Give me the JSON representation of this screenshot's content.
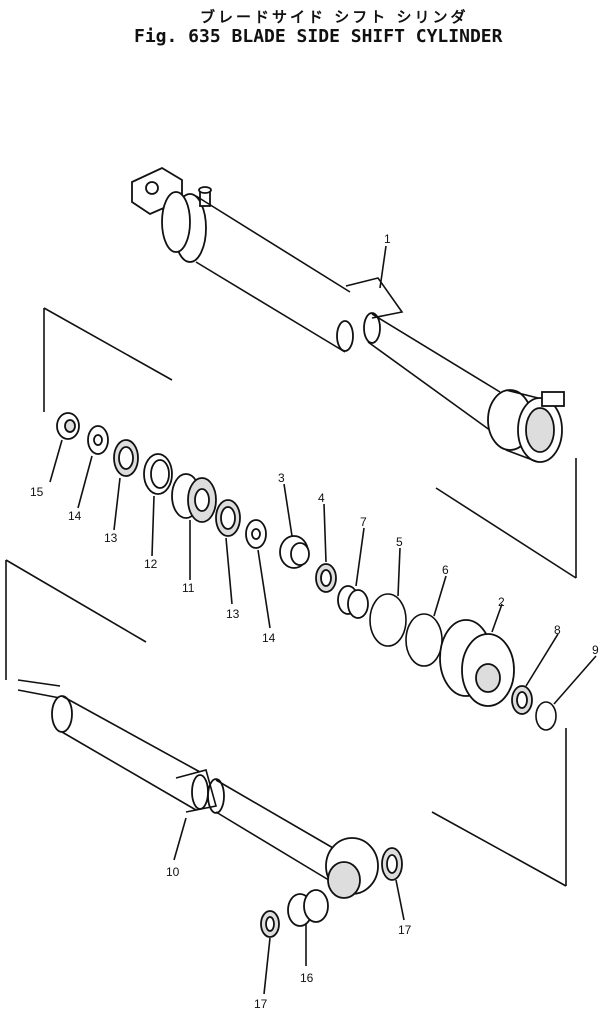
{
  "title_jp": "ブレードサイド シフト シリンダ",
  "title_en": "Fig. 635  BLADE SIDE SHIFT CYLINDER",
  "callouts": {
    "c1": "1",
    "c2": "2",
    "c3": "3",
    "c4": "4",
    "c5": "5",
    "c6": "6",
    "c7": "7",
    "c8": "8",
    "c9": "9",
    "c10": "10",
    "c11": "11",
    "c12": "12",
    "c13a": "13",
    "c13b": "13",
    "c14a": "14",
    "c14b": "14",
    "c15": "15",
    "c16": "16",
    "c17a": "17",
    "c17b": "17"
  }
}
